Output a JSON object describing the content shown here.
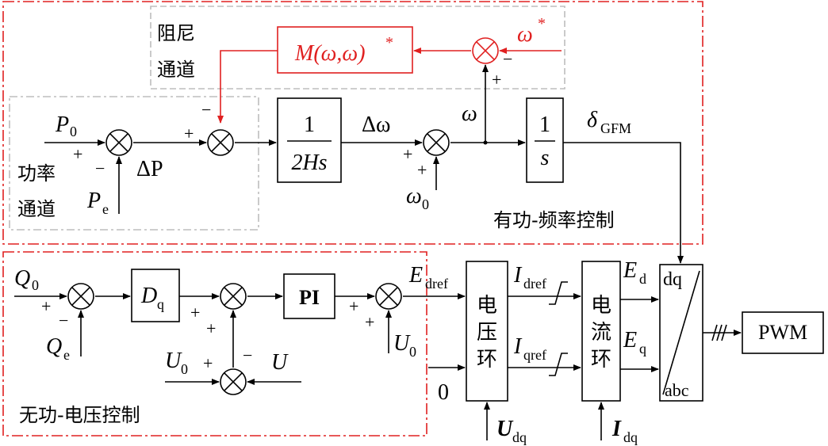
{
  "regions": {
    "damping": "阻尼\n通道",
    "power": "功率\n通道",
    "active_control": "有功-频率控制",
    "reactive_control": "无功-电压控制"
  },
  "blocks": {
    "m_func": "M(ω,ω)",
    "m_star": "*",
    "inertia_num": "1",
    "inertia_den": "2Hs",
    "integrator_num": "1",
    "integrator_den": "s",
    "dq_gain": "D",
    "dq_gain_sub": "q",
    "pi": "PI",
    "voltage_loop": "电\n压\n环",
    "current_loop": "电\n流\n环",
    "transform_top": "dq",
    "transform_bottom": "abc",
    "pwm": "PWM"
  },
  "signals": {
    "omega_star": "ω",
    "omega_star_sup": "*",
    "P0": "P",
    "P0_sub": "0",
    "Pe": "P",
    "Pe_sub": "e",
    "deltaP": "ΔP",
    "delta_omega": "Δω",
    "omega": "ω",
    "omega0": "ω",
    "omega0_sub": "0",
    "delta_gfm": "δ",
    "delta_gfm_sub": "GFM",
    "Q0": "Q",
    "Q0_sub": "0",
    "Qe": "Q",
    "Qe_sub": "e",
    "U0a": "U",
    "U0a_sub": "0",
    "U0b": "U",
    "U0b_sub": "0",
    "U": "U",
    "Edref": "E",
    "Edref_sub": "dref",
    "zero": "0",
    "Idref": "I",
    "Idref_sub": "dref",
    "Iqref": "I",
    "Iqref_sub": "qref",
    "Ed": "E",
    "Ed_sub": "d",
    "Eq": "E",
    "Eq_sub": "q",
    "Udq": "U",
    "Udq_sub": "dq",
    "Idq": "I",
    "Idq_sub": "dq"
  },
  "signs": {
    "plus": "+",
    "minus": "−"
  },
  "colors": {
    "damping_path": "#e02020",
    "active_region_border": "#e02020",
    "reactive_region_border": "#e02020",
    "channel_border": "#bdbdbd"
  }
}
